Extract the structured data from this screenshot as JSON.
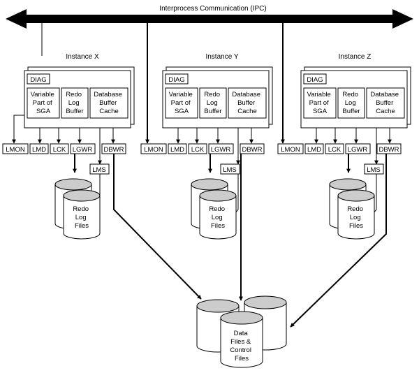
{
  "ipc": {
    "label": "Interprocess Communication (IPC)"
  },
  "instances": [
    {
      "title": "Instance X"
    },
    {
      "title": "Instance Y"
    },
    {
      "title": "Instance Z"
    }
  ],
  "sga": {
    "diag": "DIAG",
    "variable": [
      "Variable",
      "Part of",
      "SGA"
    ],
    "redo_buffer": [
      "Redo",
      "Log",
      "Buffer"
    ],
    "db_buffer": [
      "Database",
      "Buffer",
      "Cache"
    ]
  },
  "processes": {
    "lmon": "LMON",
    "lmd": "LMD",
    "lck": "LCK",
    "lgwr": "LGWR",
    "dbwr": "DBWR",
    "lms": "LMS"
  },
  "redo_files": [
    "Redo",
    "Log",
    "Files"
  ],
  "data_files": [
    "Data",
    "Files &",
    "Control",
    "Files"
  ]
}
